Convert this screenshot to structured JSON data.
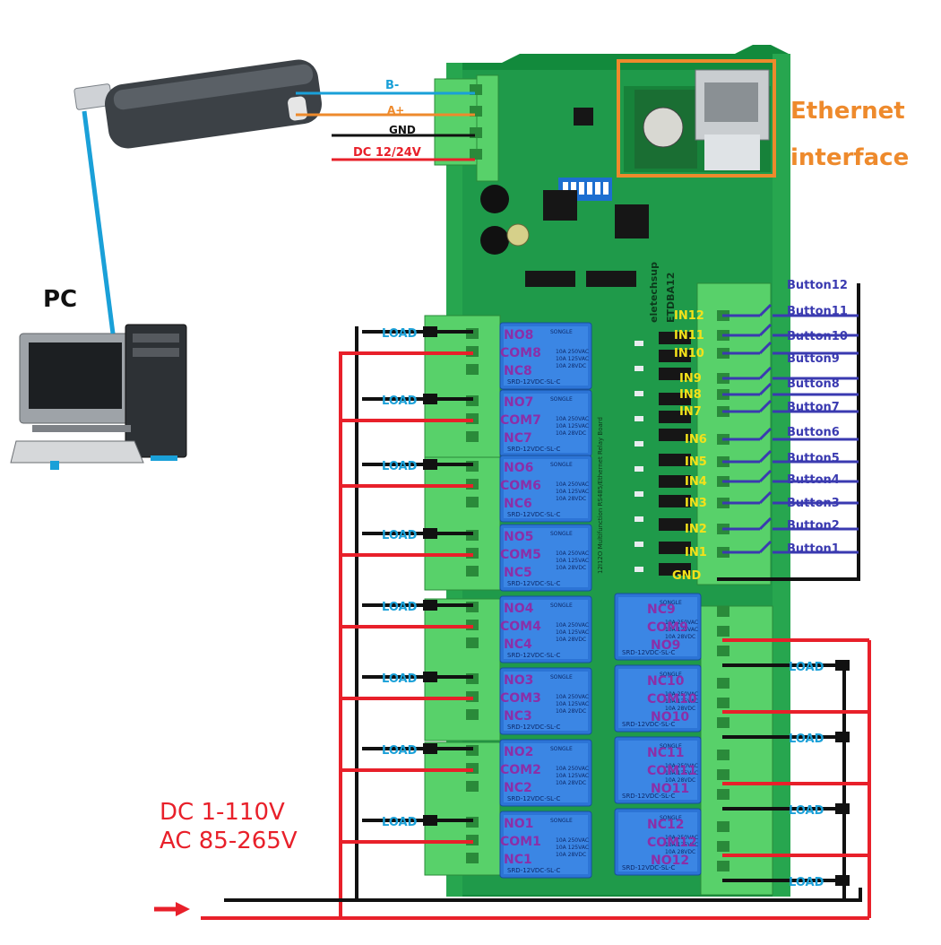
{
  "labels": {
    "pc": "PC",
    "ethernet_line1": "Ethernet",
    "ethernet_line2": "interface",
    "supply_line1": "DC 1-110V",
    "supply_line2": "AC 85-265V",
    "power_b": "B-",
    "power_a": "A+",
    "power_gnd": "GND",
    "power_dc": "DC 12/24V",
    "gnd": "GND",
    "load": "LOAD",
    "board_brand": "eletechsup",
    "board_model": "ETDBA12",
    "board_desc": "12I12O Multifunction RS485/Ethernet Relay Board",
    "relay_model": "SRD-12VDC-SL-C",
    "relay_spec1": "10A 250VAC",
    "relay_spec2": "10A 125VAC",
    "relay_spec3": "10A 28VDC",
    "relay_brand": "SONGLE"
  },
  "left_relays": [
    {
      "no": "NO8",
      "com": "COM8",
      "nc": "NC8"
    },
    {
      "no": "NO7",
      "com": "COM7",
      "nc": "NC7"
    },
    {
      "no": "NO6",
      "com": "COM6",
      "nc": "NC6"
    },
    {
      "no": "NO5",
      "com": "COM5",
      "nc": "NC5"
    },
    {
      "no": "NO4",
      "com": "COM4",
      "nc": "NC4"
    },
    {
      "no": "NO3",
      "com": "COM3",
      "nc": "NC3"
    },
    {
      "no": "NO2",
      "com": "COM2",
      "nc": "NC2"
    },
    {
      "no": "NO1",
      "com": "COM1",
      "nc": "NC1"
    }
  ],
  "right_relays": [
    {
      "a": "NC9",
      "com": "COM9",
      "b": "NO9"
    },
    {
      "a": "NC10",
      "com": "COM10",
      "b": "NO10"
    },
    {
      "a": "NC11",
      "com": "COM11",
      "b": "NO11"
    },
    {
      "a": "NC12",
      "com": "COM12",
      "b": "NO12"
    }
  ],
  "inputs": [
    "IN12",
    "IN11",
    "IN10",
    "IN9",
    "IN8",
    "IN7",
    "IN6",
    "IN5",
    "IN4",
    "IN3",
    "IN2",
    "IN1"
  ],
  "buttons": [
    "Button12",
    "Button11",
    "Button10",
    "Button9",
    "Button8",
    "Button7",
    "Button6",
    "Button5",
    "Button4",
    "Button3",
    "Button2",
    "Button1"
  ],
  "colors": {
    "board_green": "#1f9a4a",
    "terminal_green": "#58d16a",
    "relay_blue": "#2c74d6",
    "wire_red": "#e8202a",
    "wire_black": "#111111",
    "wire_blue": "#1aa0d8",
    "wire_orange": "#ee8a2c",
    "button_blue": "#3a3ab0",
    "input_yellow": "#f4e11a",
    "relay_text": "#8b2fa8"
  }
}
